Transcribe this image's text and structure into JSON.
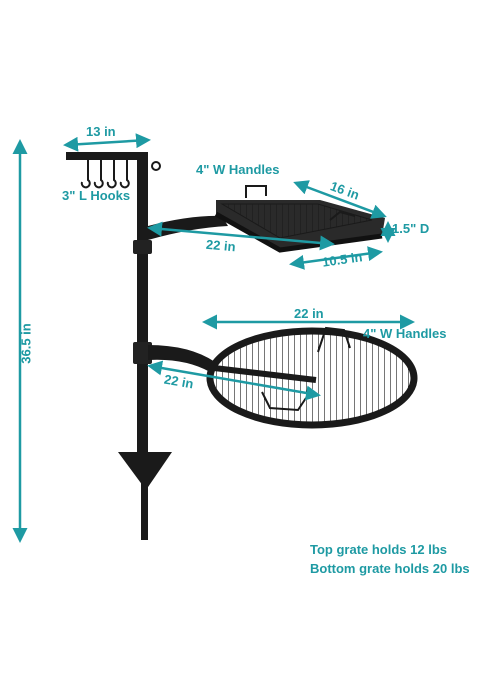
{
  "colors": {
    "accent": "#1E9AA3",
    "product": "#1a1a1a",
    "text": "#000000",
    "background": "#ffffff"
  },
  "dimensions": {
    "hook_bar_width": "13 in",
    "hook_length": "3\" L Hooks",
    "top_handles": "4\" W Handles",
    "top_grate_length": "16 in",
    "top_grate_depth": "1.5\" D",
    "top_arm_length": "22 in",
    "top_grate_width": "10.5 in",
    "total_height": "36.5 in",
    "bottom_grate_diameter": "22 in",
    "bottom_handles": "4\" W Handles",
    "bottom_arm_length": "22 in"
  },
  "capacity": {
    "top": "Top grate holds 12 lbs",
    "bottom": "Bottom grate holds 20 lbs"
  }
}
